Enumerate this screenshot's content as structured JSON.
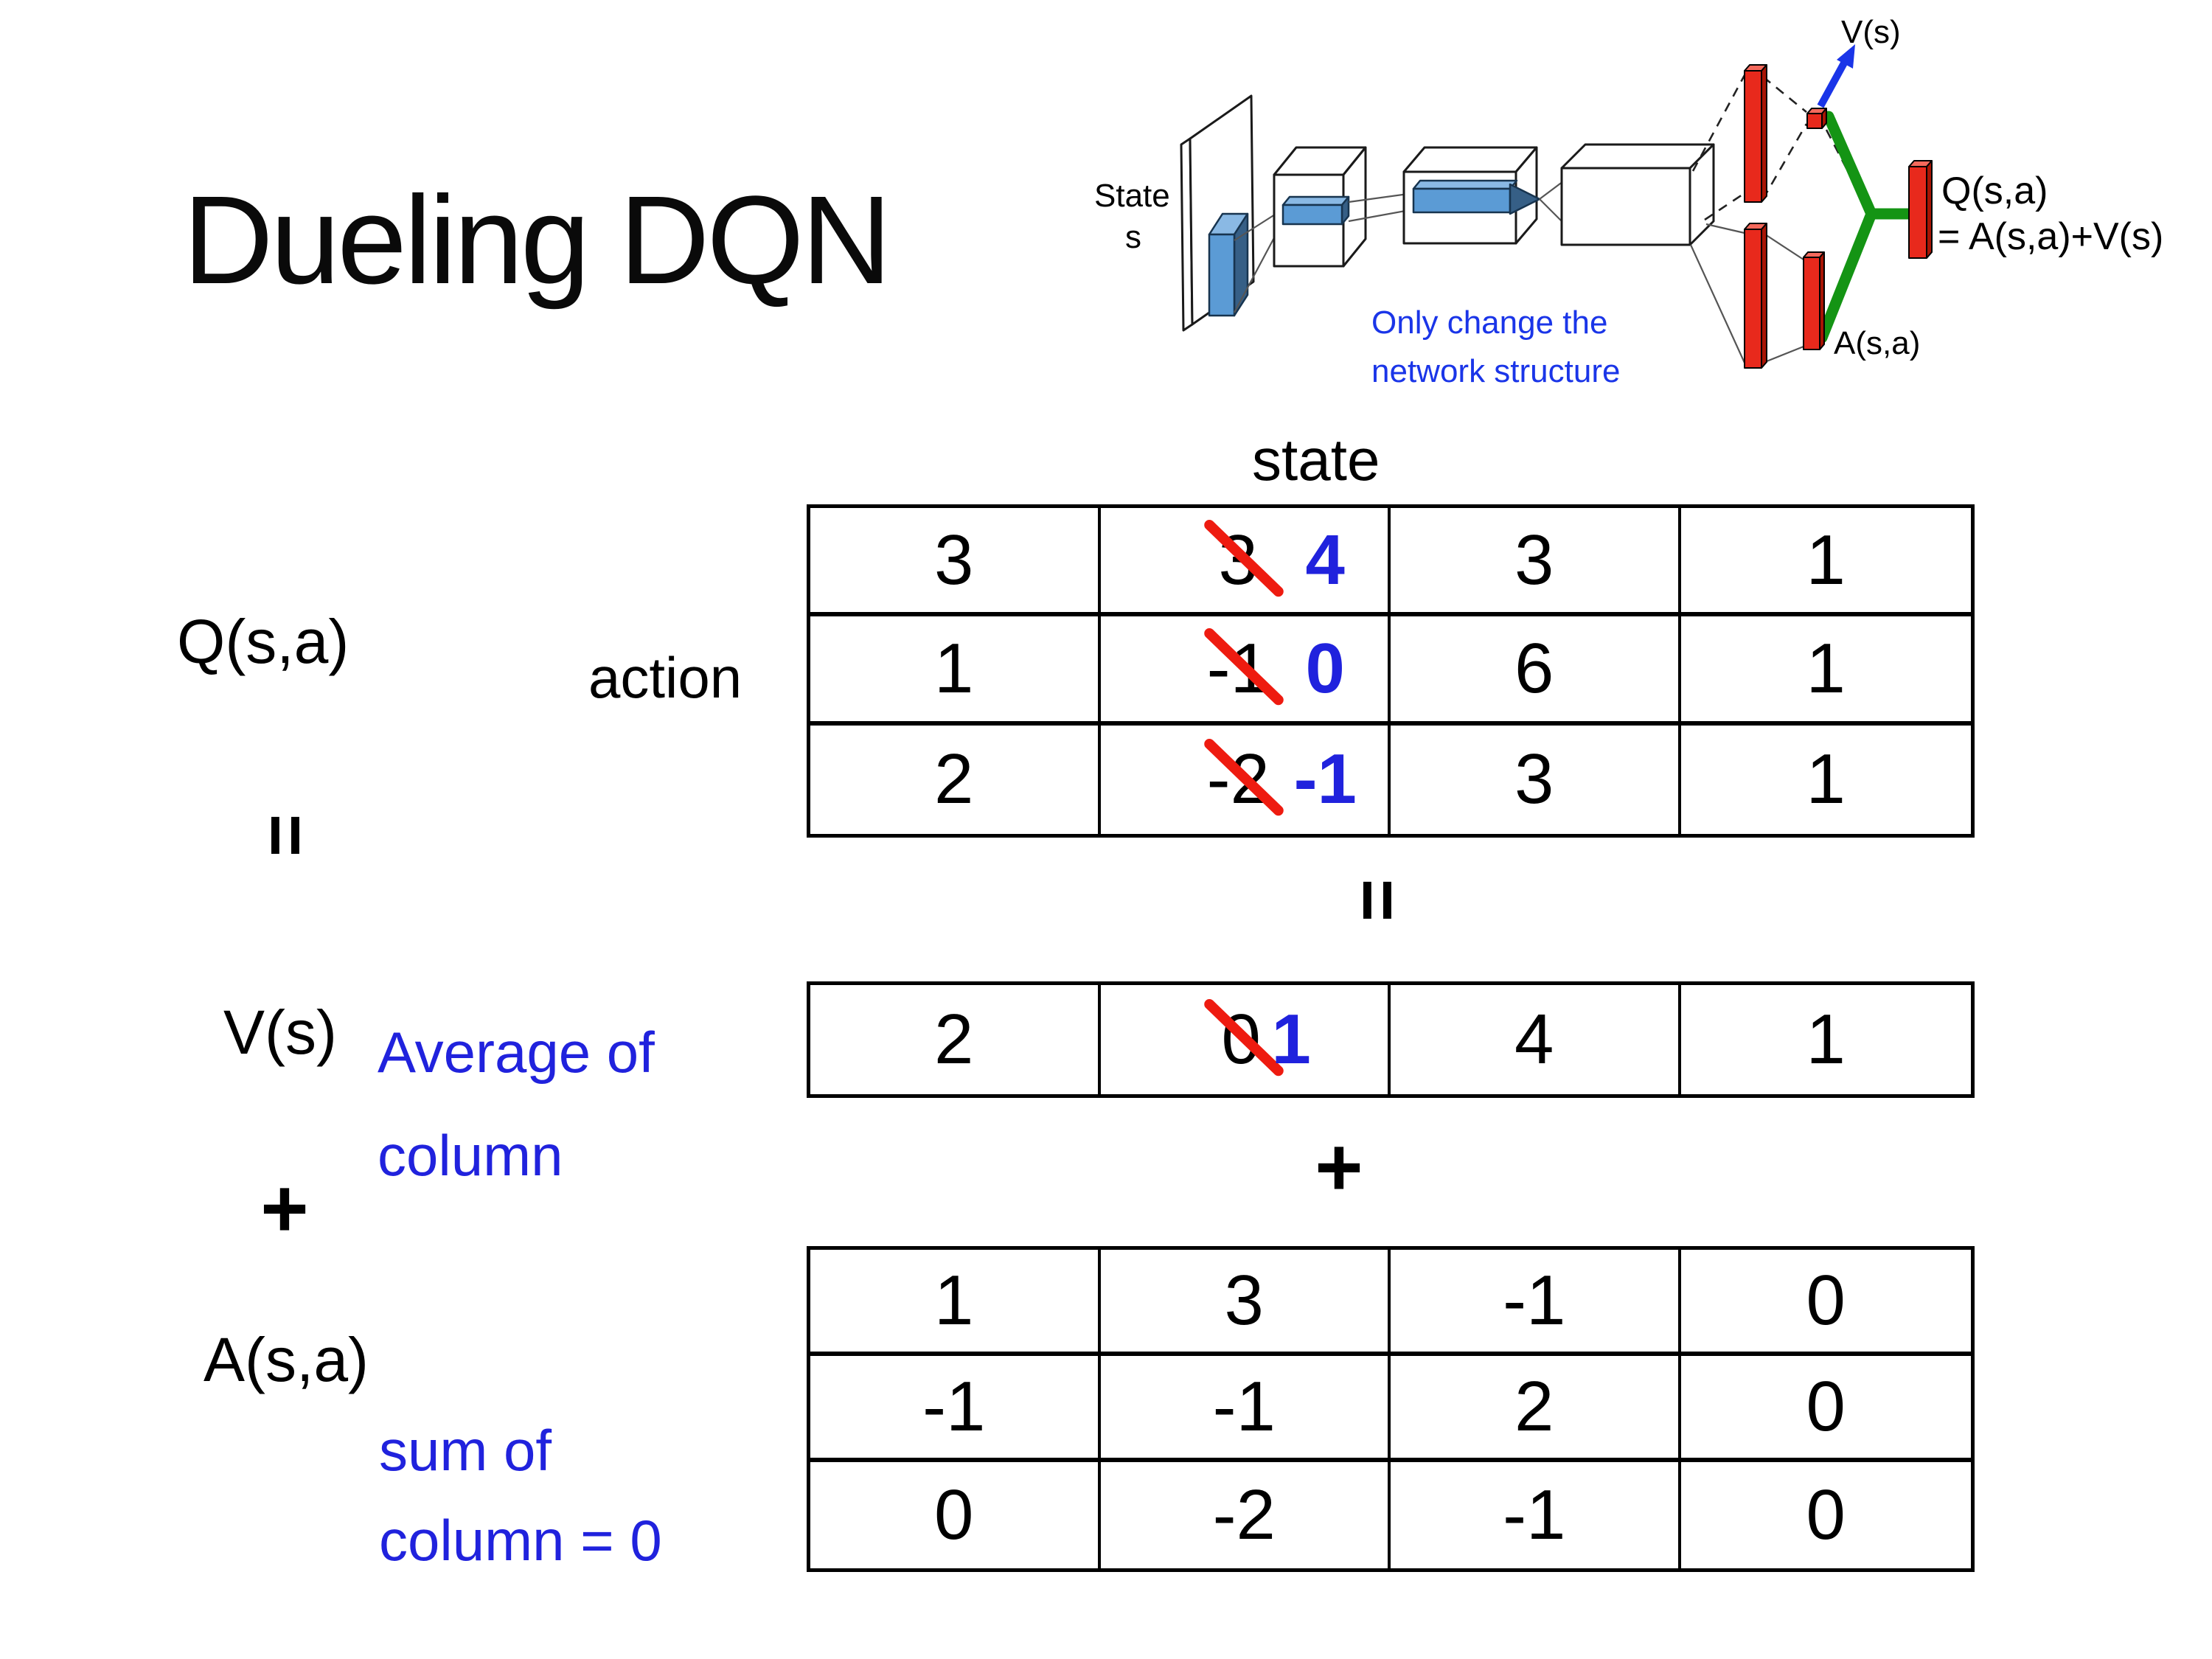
{
  "slide": {
    "title": "Dueling DQN"
  },
  "diagram": {
    "state_line1": "State",
    "state_line2": "s",
    "v_out_label": "V(s)",
    "a_out_label": "A(s,a)",
    "q_out_line1": "Q(s,a)",
    "q_out_line2": "= A(s,a)+V(s)",
    "note_line1": "Only change the",
    "note_line2": "network structure"
  },
  "labels": {
    "q": "Q(s,a)",
    "v": "V(s)",
    "a": "A(s,a)",
    "equals": "=",
    "plus": "+",
    "state_header": "state",
    "action": "action",
    "avg_line1": "Average of",
    "avg_line2": "column",
    "sum_line1": "sum of",
    "sum_line2": "column = 0"
  },
  "q_table": {
    "r0c0": "3",
    "r0c1_old": "3",
    "r0c1_new": "4",
    "r0c2": "3",
    "r0c3": "1",
    "r1c0": "1",
    "r1c1_old": "-1",
    "r1c1_new": "0",
    "r1c2": "6",
    "r1c3": "1",
    "r2c0": "2",
    "r2c1_old": "-2",
    "r2c1_new": "-1",
    "r2c2": "3",
    "r2c3": "1"
  },
  "v_row": {
    "c0": "2",
    "c1_old": "0",
    "c1_new": "1",
    "c2": "4",
    "c3": "1"
  },
  "a_table": {
    "r0c0": "1",
    "r0c1": "3",
    "r0c2": "-1",
    "r0c3": "0",
    "r1c0": "-1",
    "r1c1": "-1",
    "r1c2": "2",
    "r1c3": "0",
    "r2c0": "0",
    "r2c1": "-2",
    "r2c2": "-1",
    "r2c3": "0"
  },
  "colors": {
    "accent_blue": "#2022dd",
    "strike_red": "#ee1b10",
    "bar_red": "#e8291c",
    "bar_red_dark": "#a81505",
    "bar_red_top": "#f4695c",
    "box_blue": "#5b9bd5",
    "box_blue_top": "#8ab9e4",
    "box_blue_dark": "#365f86",
    "link_green": "#149414",
    "arrow_blue": "#1a35e8"
  }
}
